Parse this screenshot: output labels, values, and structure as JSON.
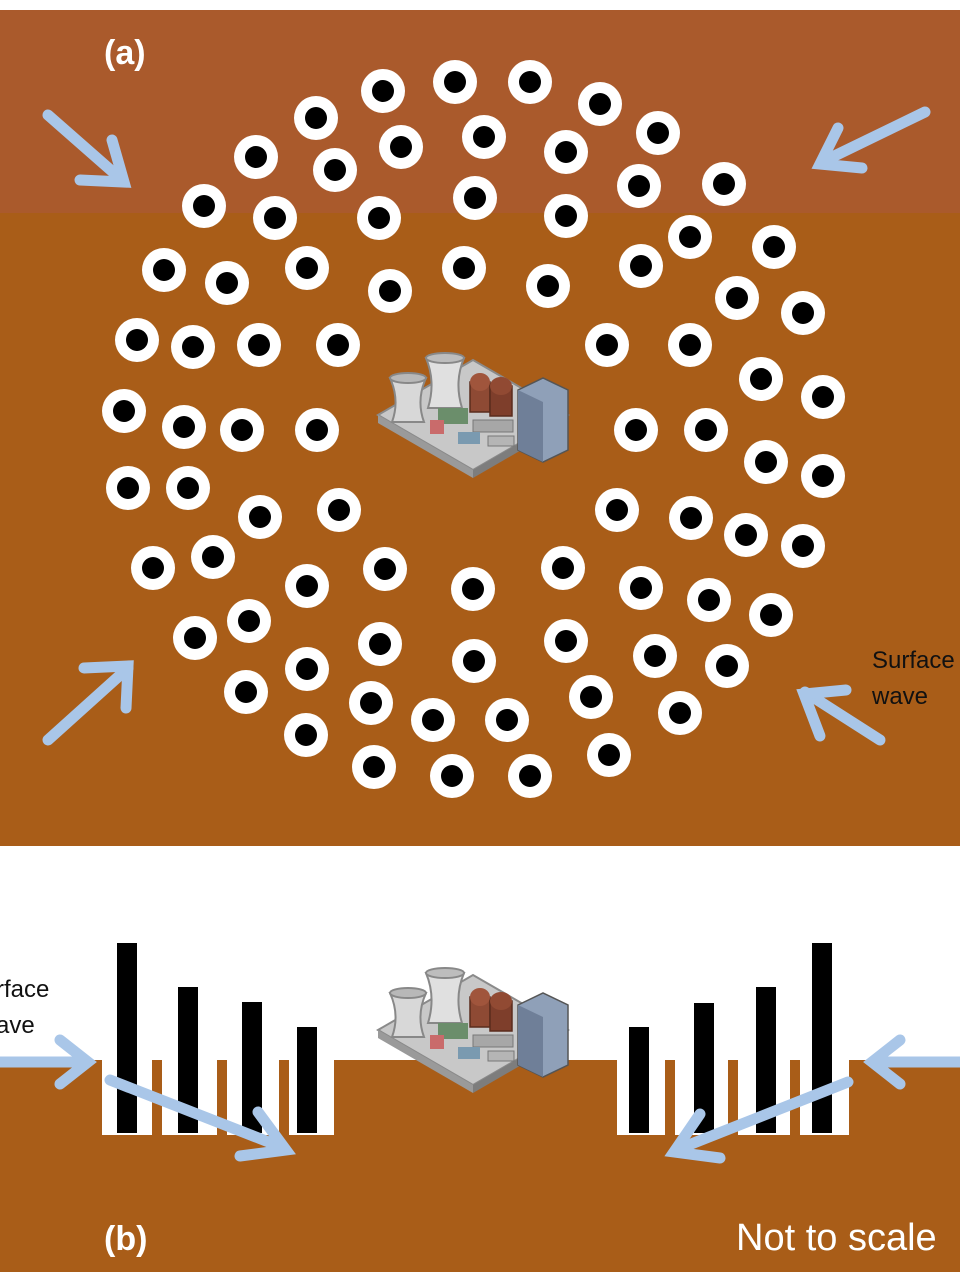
{
  "panel_a": {
    "label": "(a)",
    "caption_line1": "Surface",
    "caption_line2": "wave"
  },
  "panel_b": {
    "label": "(b)",
    "caption_line1": "rface",
    "caption_line2": "ave",
    "scale_note": "Not to scale"
  },
  "colors": {
    "soil": "#a95d18",
    "soil_light": "#aa5a2c",
    "arrow": "#a9c6e8",
    "pillar": "#000000",
    "gap": "#ffffff"
  },
  "icons": {
    "facility": "power-plant-icon",
    "resonator": "bored-hole-icon",
    "wave": "wave-arrow-icon"
  }
}
